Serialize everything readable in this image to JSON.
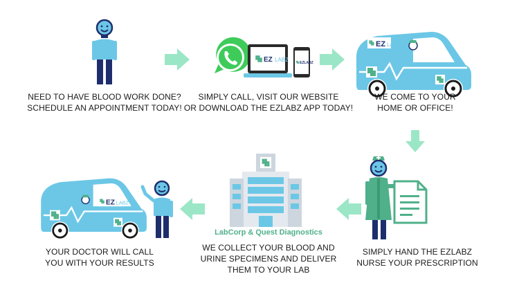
{
  "colors": {
    "accent_blue": "#6cc7e6",
    "navy": "#1e2e6d",
    "arrow_green": "#9be6c6",
    "brand_green": "#4fb08a",
    "whatsapp_green": "#3ecb5a"
  },
  "brand": {
    "logo_ez": "EZ",
    "logo_labz": "LABZ"
  },
  "lab_label": "LabCorp & Quest Diagnostics",
  "steps": [
    {
      "lines": [
        "NEED TO HAVE BLOOD WORK DONE?",
        "SCHEDULE AN APPOINTMENT TODAY!"
      ]
    },
    {
      "lines": [
        "SIMPLY CALL, VISIT OUR WEBSITE",
        "OR DOWNLOAD THE EZLABZ APP TODAY!"
      ]
    },
    {
      "lines": [
        "WE COME TO YOUR",
        "HOME OR OFFICE!"
      ]
    },
    {
      "lines": [
        "SIMPLY HAND THE EZLABZ",
        "NURSE YOUR PRESCRIPTION"
      ]
    },
    {
      "lines": [
        "WE COLLECT YOUR BLOOD AND",
        "URINE SPECIMENS AND DELIVER",
        "THEM TO YOUR LAB"
      ]
    },
    {
      "lines": [
        "YOUR DOCTOR WILL CALL",
        "YOU WITH YOUR RESULTS"
      ]
    }
  ]
}
